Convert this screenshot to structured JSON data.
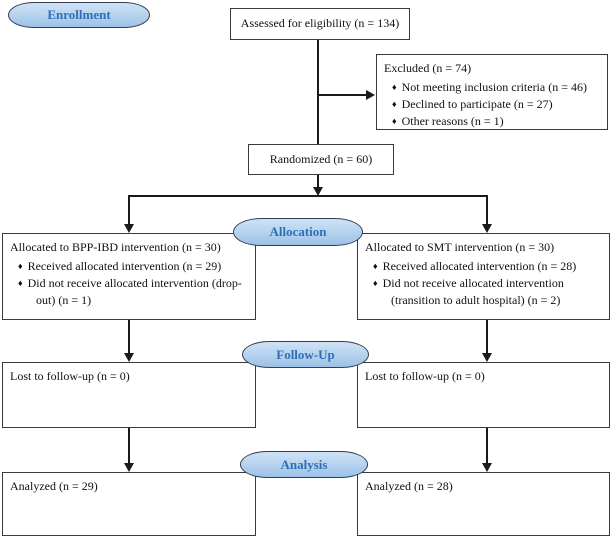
{
  "diagram": {
    "stage_labels": {
      "enrollment": "Enrollment",
      "allocation": "Allocation",
      "followup": "Follow-Up",
      "analysis": "Analysis"
    },
    "bullet_glyph": "♦",
    "boxes": {
      "assessed": "Assessed for eligibility (n = 134)",
      "excluded": {
        "title": "Excluded (n = 74)",
        "bullets": [
          "Not meeting inclusion criteria (n = 46)",
          "Declined to participate (n = 27)",
          "Other reasons (n = 1)"
        ]
      },
      "randomized": "Randomized (n = 60)",
      "allocation_left": {
        "title": "Allocated to BPP-IBD intervention (n = 30)",
        "bullets": [
          "Received allocated intervention (n = 29)",
          "Did not receive allocated intervention (drop-out) (n = 1)"
        ]
      },
      "allocation_right": {
        "title": "Allocated to SMT intervention (n = 30)",
        "bullets": [
          "Received allocated intervention (n = 28)",
          "Did not receive allocated intervention (transition to adult hospital) (n = 2)"
        ]
      },
      "followup_left": "Lost to follow-up (n = 0)",
      "followup_right": "Lost to follow-up (n = 0)",
      "analysis_left": "Analyzed (n = 29)",
      "analysis_right": "Analyzed (n = 28)"
    },
    "colors": {
      "ellipse_fill": "#b6d3ef",
      "ellipse_fill_dark": "#9cc1e6",
      "ellipse_border": "#333f50",
      "ellipse_text": "#2e6fb7",
      "box_border": "#3a3a3a",
      "line": "#1a1a1a",
      "text": "#111111",
      "background": "#ffffff"
    }
  }
}
